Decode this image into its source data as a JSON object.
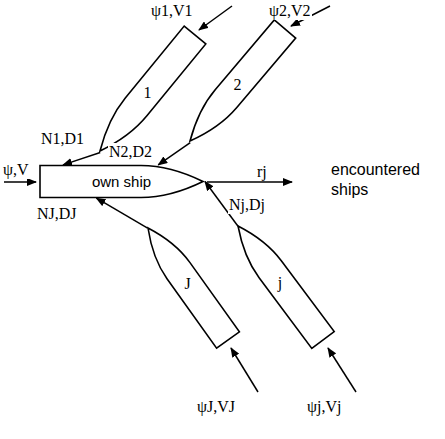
{
  "diagram": {
    "nodes": [
      {
        "text": [
          "1"
        ]
      },
      {
        "text": [
          "2"
        ]
      },
      {
        "text": [
          "own ship"
        ]
      },
      {
        "text": [
          "J"
        ]
      },
      {
        "text": [
          "j"
        ]
      }
    ],
    "edges": [
      {
        "from": 0,
        "to": 2,
        "arrow": "to",
        "label": "N1,D1"
      },
      {
        "from": 1,
        "to": 2,
        "arrow": "to",
        "label": "N2,D2"
      },
      {
        "from": 3,
        "to": 2,
        "arrow": "to",
        "label": "NJ,DJ"
      },
      {
        "from": 4,
        "to": 2,
        "arrow": "to",
        "label": "Nj,Dj"
      }
    ],
    "labels": [
      "ψ1,V1",
      "ψ2,V2",
      "ψ,V",
      "rj",
      "encountered ships",
      "ψJ,VJ",
      "ψj,Vj"
    ]
  }
}
